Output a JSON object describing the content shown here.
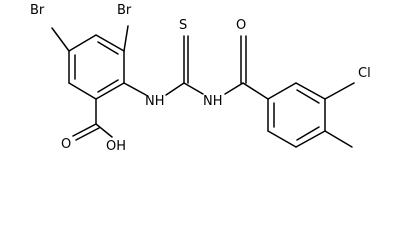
{
  "molecule": {
    "atoms": {
      "br_left": "Br",
      "br_right": "Br",
      "sulfur": "S",
      "oxygen_carbonyl": "O",
      "chlorine": "Cl",
      "nh_left": "NH",
      "nh_right": "NH",
      "oxygen_acid_double": "O",
      "oh_acid": "OH"
    }
  }
}
